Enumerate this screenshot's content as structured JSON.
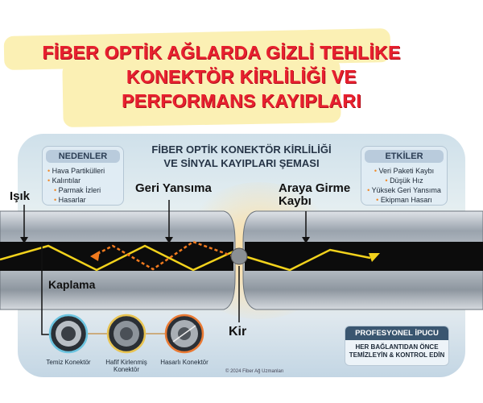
{
  "headline": {
    "line1": "FİBER OPTİK AĞLARDA GİZLİ TEHLİKE",
    "line2": "KONEKTÖR KİRLİLİĞİ VE",
    "line3": "PERFORMANS KAYIPLARI"
  },
  "diagram": {
    "title_line1": "FİBER OPTİK KONEKTÖR KİRLİLİĞİ",
    "title_line2": "VE SİNYAL KAYIPLARI ŞEMASI",
    "causes": {
      "heading": "NEDENLER",
      "items": [
        "Hava Partikülleri",
        "Kalıntılar",
        "Parmak İzleri",
        "Hasarlar"
      ]
    },
    "effects": {
      "heading": "ETKİLER",
      "items": [
        "Veri Paketi Kaybı",
        "Düşük Hız",
        "Yüksek Geri Yansıma",
        "Ekipman Hasarı"
      ]
    },
    "labels": {
      "light": "Işık",
      "back_reflection": "Geri Yansıma",
      "insertion_loss_1": "Araya Girme",
      "insertion_loss_2": "Kaybı",
      "cladding": "Kaplama",
      "dirt": "Kir"
    },
    "connectors": [
      "Temiz Konektör",
      "Hafif Kirlenmiş Konektör",
      "Hasarlı Konektör"
    ],
    "tip": {
      "heading": "PROFESYONEL İPUCU",
      "line1": "HER BAĞLANTIDAN ÖNCE",
      "line2": "TEMİZLEYİN & KONTROL EDİN"
    },
    "copyright": "© 2024 Fiber Ağ Uzmanları"
  },
  "colors": {
    "headline": "#e8202f",
    "banner": "#fbf0b4",
    "signal": "#f2d21c",
    "reflection": "#f07a1e"
  }
}
